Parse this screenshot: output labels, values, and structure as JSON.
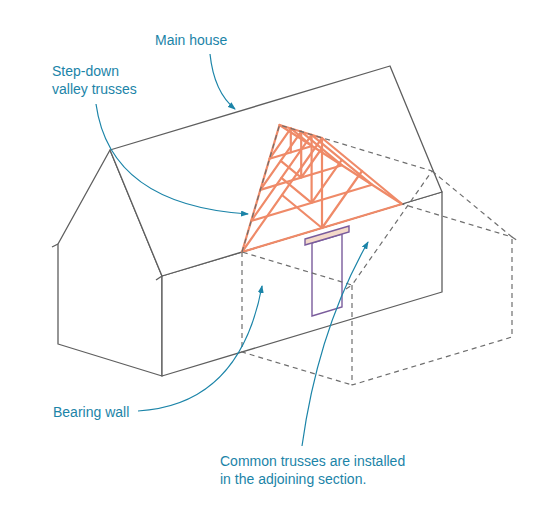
{
  "diagram": {
    "labels": [
      "Main house",
      "Step-down valley trusses",
      "Bearing wall",
      "Common trusses are installed in the adjoining section."
    ]
  }
}
